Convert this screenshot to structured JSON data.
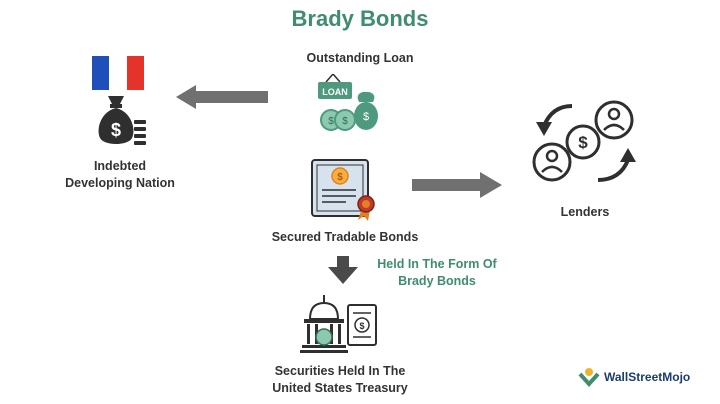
{
  "title": "Brady Bonds",
  "nodes": {
    "outstanding_loan": "Outstanding Loan",
    "indebted_line1": "Indebted",
    "indebted_line2": "Developing Nation",
    "lenders": "Lenders",
    "secured_bonds": "Secured Tradable Bonds",
    "held_form_line1": "Held In The Form Of",
    "held_form_line2": "Brady Bonds",
    "securities_line1": "Securities Held In The",
    "securities_line2": "United States Treasury"
  },
  "icons": {
    "loan": "LOAN",
    "currency": "$"
  },
  "brand": "WallStreetMojo",
  "colors": {
    "title": "#3f8c6f",
    "arrow": "#707070",
    "icon_dark": "#2f2f2f",
    "loan_green": "#4e9a7e",
    "coin_green": "#8cc9b0",
    "flag_blue": "#1f4fb8",
    "flag_red": "#e3332b",
    "bond_paper": "#d6e3ef",
    "bond_orange": "#e67e22"
  }
}
